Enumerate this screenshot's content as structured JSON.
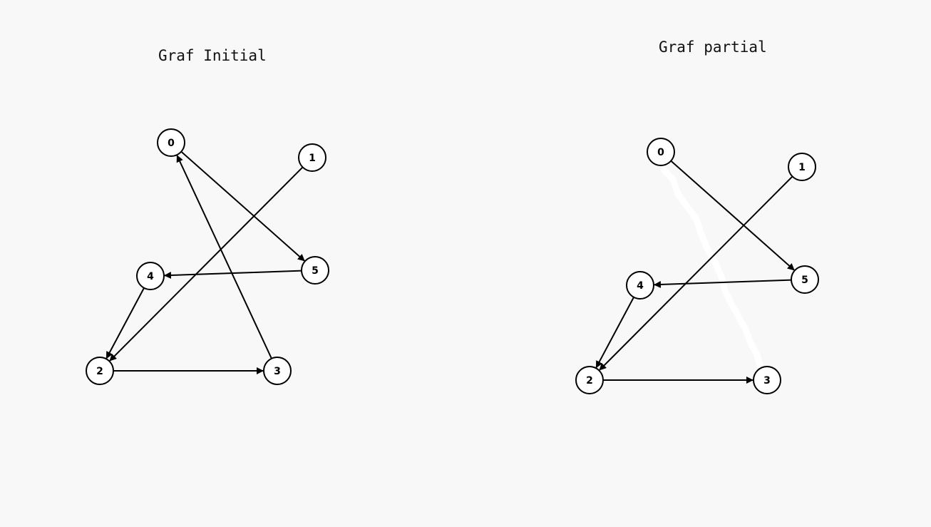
{
  "graphs": [
    {
      "title": "Graf Initial",
      "nodes": [
        {
          "id": "0",
          "label": "0"
        },
        {
          "id": "1",
          "label": "1"
        },
        {
          "id": "2",
          "label": "2"
        },
        {
          "id": "3",
          "label": "3"
        },
        {
          "id": "4",
          "label": "4"
        },
        {
          "id": "5",
          "label": "5"
        }
      ],
      "edges": [
        {
          "from": "0",
          "to": "5"
        },
        {
          "from": "1",
          "to": "2"
        },
        {
          "from": "5",
          "to": "4"
        },
        {
          "from": "4",
          "to": "2"
        },
        {
          "from": "2",
          "to": "3"
        },
        {
          "from": "3",
          "to": "0"
        }
      ]
    },
    {
      "title": "Graf partial",
      "nodes": [
        {
          "id": "0",
          "label": "0"
        },
        {
          "id": "1",
          "label": "1"
        },
        {
          "id": "2",
          "label": "2"
        },
        {
          "id": "3",
          "label": "3"
        },
        {
          "id": "4",
          "label": "4"
        },
        {
          "id": "5",
          "label": "5"
        }
      ],
      "edges": [
        {
          "from": "0",
          "to": "5"
        },
        {
          "from": "1",
          "to": "2"
        },
        {
          "from": "5",
          "to": "4"
        },
        {
          "from": "4",
          "to": "2"
        },
        {
          "from": "2",
          "to": "3"
        }
      ]
    }
  ],
  "colors": {
    "background": "#f8f8f8",
    "stroke": "#000000",
    "node_fill": "#ffffff",
    "eraser": "#ffffff"
  }
}
